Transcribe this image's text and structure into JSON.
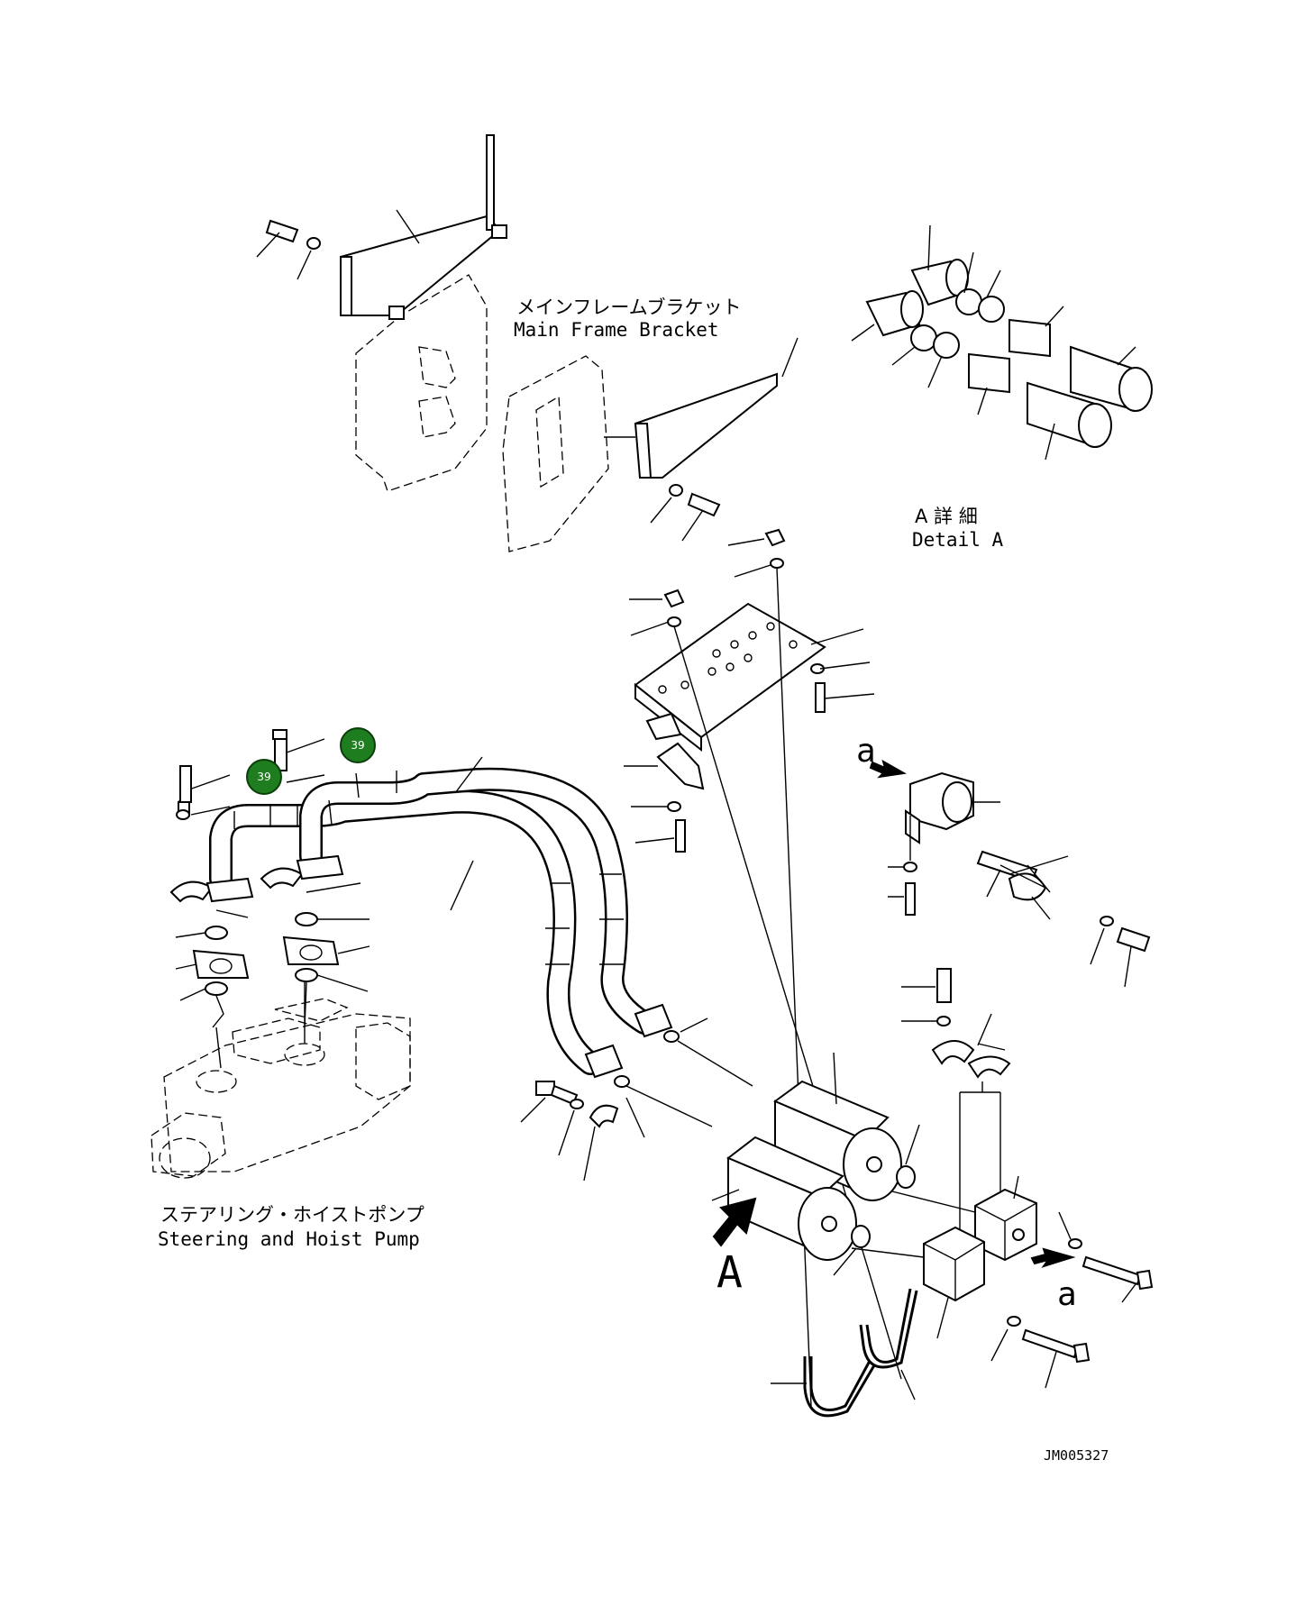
{
  "labels": {
    "main_frame_bracket_ja": "メインフレームブラケット",
    "main_frame_bracket_en": "Main Frame Bracket",
    "detail_a_ja": "A 詳 細",
    "detail_a_en": "Detail A",
    "pump_ja": "ステアリング・ホイストポンプ",
    "pump_en": "Steering and Hoist Pump",
    "view_a": "A",
    "arrow_a_top": "a",
    "arrow_a_bottom": "a",
    "drawing_number": "JM005327"
  },
  "callouts": [
    {
      "number": "39"
    },
    {
      "number": "39"
    }
  ],
  "colors": {
    "callout_fill": "#1e7d1e",
    "line": "#000000",
    "background": "#ffffff"
  }
}
